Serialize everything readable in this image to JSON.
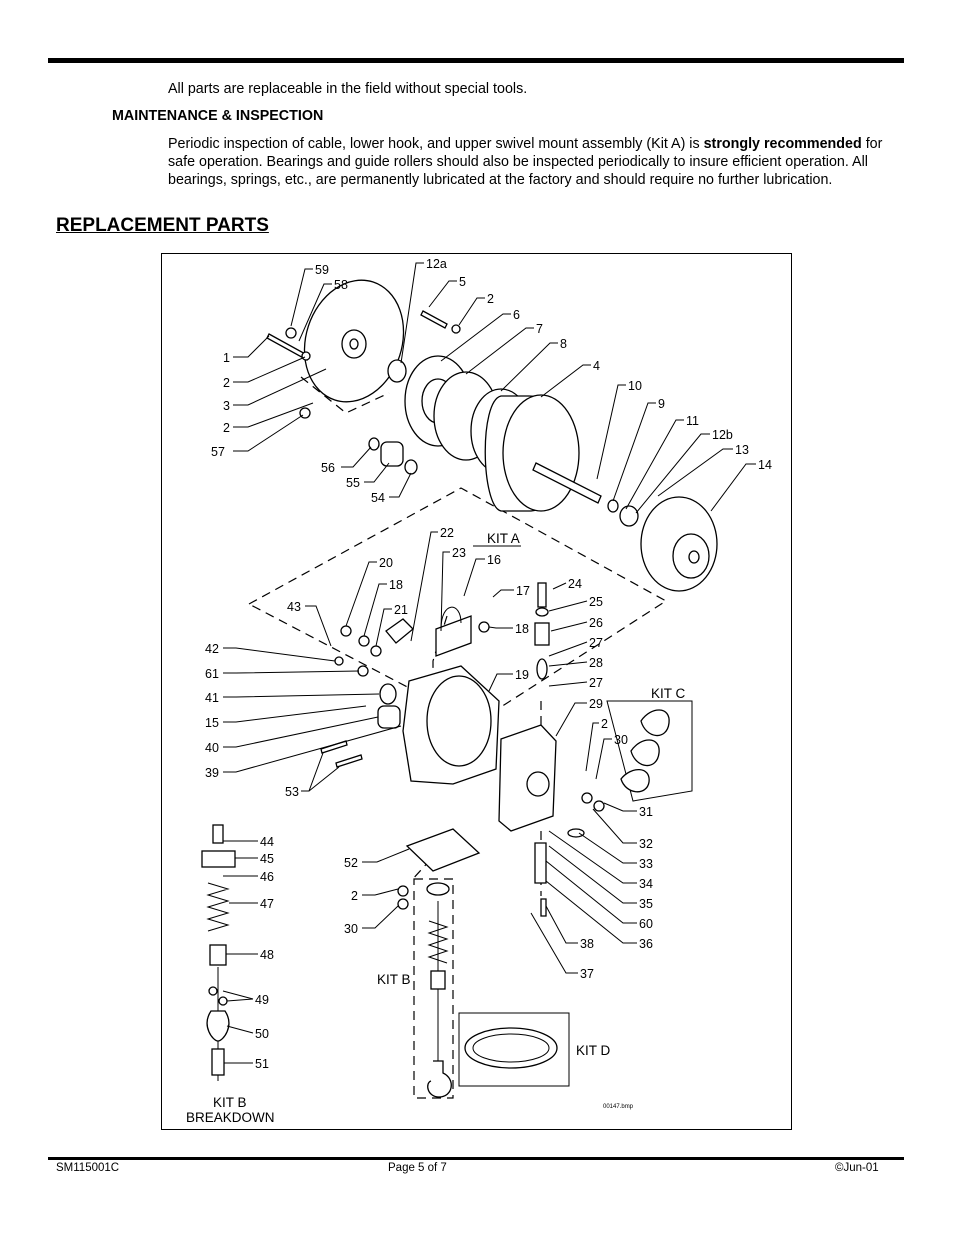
{
  "intro_line": "All parts are replaceable in the field without special tools.",
  "maintenance_heading": "MAINTENANCE & INSPECTION",
  "maintenance_paragraph": {
    "pre": "Periodic inspection of cable, lower hook, and upper swivel mount assembly (Kit A) is ",
    "bold": "strongly recommended",
    "post": " for safe operation.  Bearings and guide rollers should also be inspected periodically to insure efficient operation.  All bearings, springs, etc., are permanently lubricated at the factory and should require no further lubrication."
  },
  "section_title": "REPLACEMENT PARTS",
  "diagram": {
    "kit_a": "KIT A",
    "kit_b": "KIT B",
    "kit_c": "KIT C",
    "kit_d": "KIT D",
    "kit_b_breakdown_1": "KIT B",
    "kit_b_breakdown_2": "BREAKDOWN",
    "file_tag": "00147.bmp",
    "callouts": [
      "59",
      "58",
      "12a",
      "5",
      "2",
      "6",
      "7",
      "8",
      "4",
      "1",
      "2",
      "3",
      "2",
      "57",
      "56",
      "55",
      "54",
      "10",
      "9",
      "11",
      "12b",
      "13",
      "14",
      "22",
      "23",
      "16",
      "20",
      "18",
      "17",
      "24",
      "25",
      "43",
      "21",
      "18",
      "26",
      "27",
      "28",
      "42",
      "61",
      "41",
      "15",
      "40",
      "39",
      "53",
      "19",
      "27",
      "29",
      "2",
      "30",
      "31",
      "32",
      "33",
      "34",
      "35",
      "60",
      "36",
      "38",
      "37",
      "52",
      "2",
      "30",
      "44",
      "45",
      "46",
      "47",
      "48",
      "49",
      "50",
      "51"
    ]
  },
  "footer": {
    "doc_id": "SM115001C",
    "page": "Page 5 of 7",
    "date": "©Jun-01"
  }
}
